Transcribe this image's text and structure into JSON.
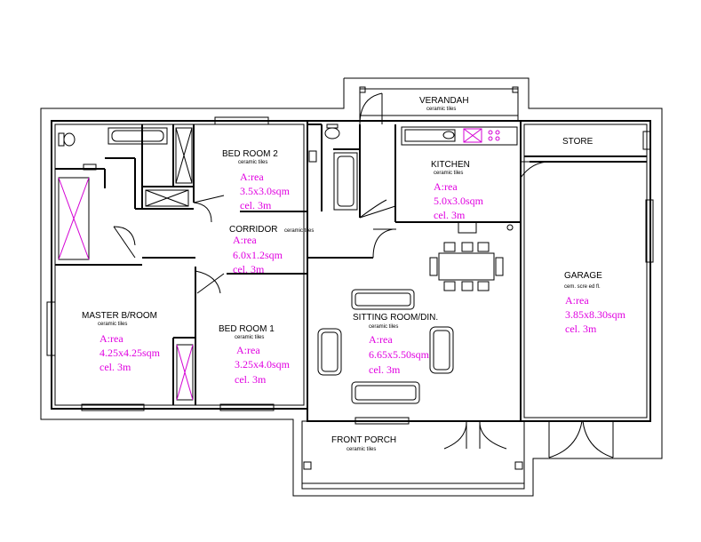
{
  "rooms": {
    "verandah": {
      "name": "VERANDAH",
      "finish": "ceramic tiles"
    },
    "bedroom2": {
      "name": "BED ROOM 2",
      "finish": "ceramic tiles",
      "area_label": "A:rea",
      "dims": "3.5x3.0sqm",
      "ceiling": "cel. 3m"
    },
    "kitchen": {
      "name": "KITCHEN",
      "finish": "ceramic tiles",
      "area_label": "A:rea",
      "dims": "5.0x3.0sqm",
      "ceiling": "cel. 3m"
    },
    "store": {
      "name": "STORE"
    },
    "corridor": {
      "name": "CORRIDOR",
      "finish": "ceramic tiles",
      "area_label": "A:rea",
      "dims": "6.0x1.2sqm",
      "ceiling": "cel. 3m"
    },
    "garage": {
      "name": "GARAGE",
      "finish": "cem. scre ed fl.",
      "area_label": "A:rea",
      "dims": "3.85x8.30sqm",
      "ceiling": "cel. 3m"
    },
    "master": {
      "name": "MASTER B/ROOM",
      "finish": "ceramic tiles",
      "area_label": "A:rea",
      "dims": "4.25x4.25sqm",
      "ceiling": "cel. 3m"
    },
    "bedroom1": {
      "name": "BED ROOM 1",
      "finish": "ceramic tiles",
      "area_label": "A:rea",
      "dims": "3.25x4.0sqm",
      "ceiling": "cel. 3m"
    },
    "sitting": {
      "name": "SITTING ROOM/DIN.",
      "finish": "ceramic tiles",
      "area_label": "A:rea",
      "dims": "6.65x5.50sqm",
      "ceiling": "cel. 3m"
    },
    "frontporch": {
      "name": "FRONT PORCH",
      "finish": "ceramic tiles"
    }
  }
}
